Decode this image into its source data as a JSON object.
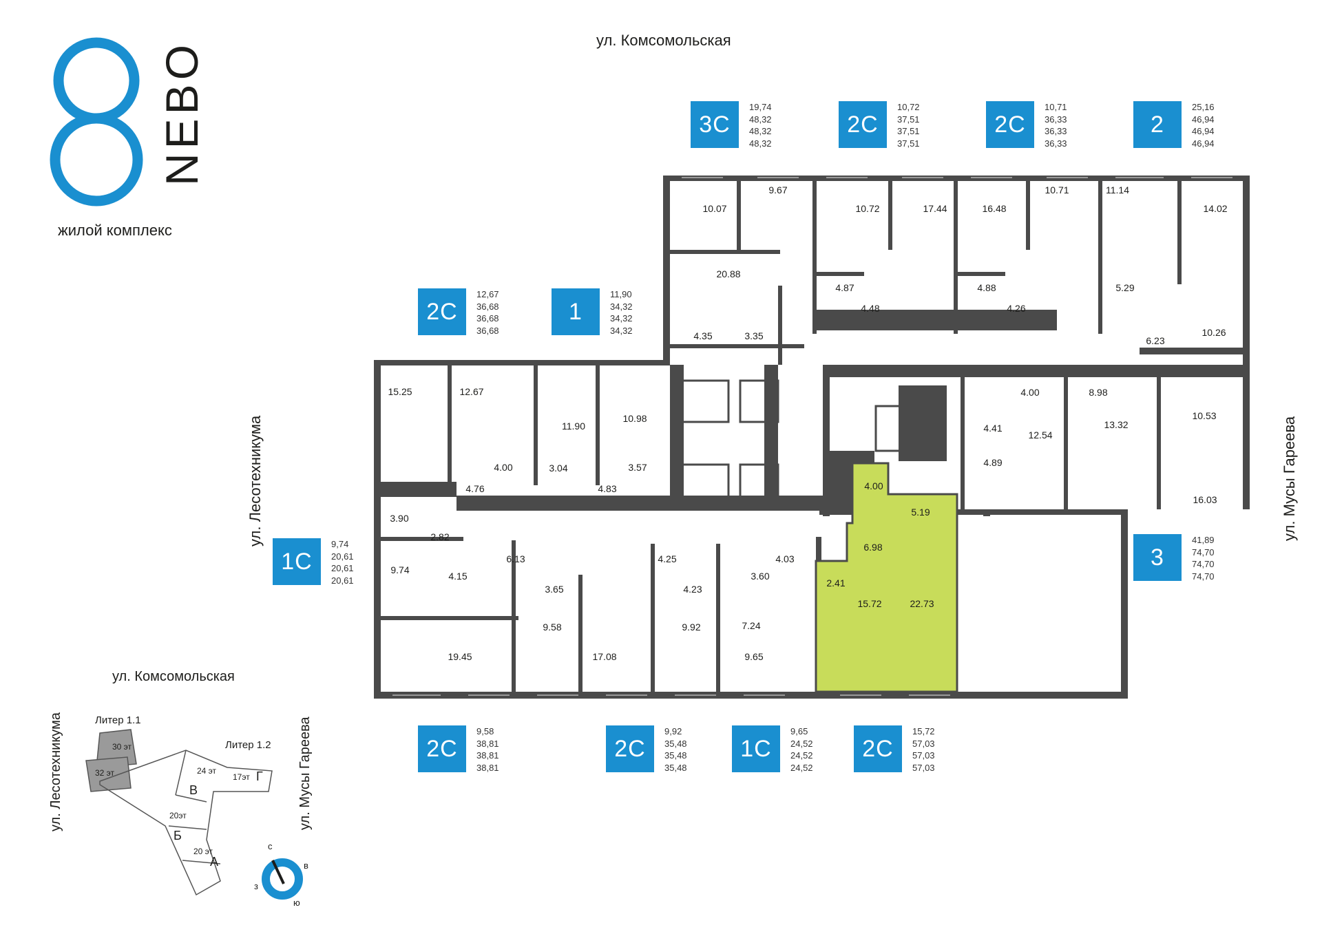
{
  "logo": {
    "digit": "8",
    "name": "NEBO",
    "subtitle": "жилой комплекс",
    "color": "#1a8fd0"
  },
  "streets": {
    "top": "ул. Комсомольская",
    "left": "ул. Лесотехникума",
    "right": "ул. Мусы Гареева"
  },
  "colors": {
    "badge": "#1a8fd0",
    "wall": "#4a4a4a",
    "highlight": "#c8dc5a"
  },
  "apartments_top": [
    {
      "type": "3С",
      "areas": [
        "19,74",
        "48,32",
        "48,32",
        "48,32"
      ]
    },
    {
      "type": "2С",
      "areas": [
        "10,72",
        "37,51",
        "37,51",
        "37,51"
      ]
    },
    {
      "type": "2С",
      "areas": [
        "10,71",
        "36,33",
        "36,33",
        "36,33"
      ]
    },
    {
      "type": "2",
      "areas": [
        "25,16",
        "46,94",
        "46,94",
        "46,94"
      ]
    }
  ],
  "apartments_middle": [
    {
      "type": "2С",
      "areas": [
        "12,67",
        "36,68",
        "36,68",
        "36,68"
      ]
    },
    {
      "type": "1",
      "areas": [
        "11,90",
        "34,32",
        "34,32",
        "34,32"
      ]
    }
  ],
  "apartment_left": {
    "type": "1С",
    "areas": [
      "9,74",
      "20,61",
      "20,61",
      "20,61"
    ]
  },
  "apartment_right": {
    "type": "3",
    "areas": [
      "41,89",
      "74,70",
      "74,70",
      "74,70"
    ]
  },
  "apartments_bottom": [
    {
      "type": "2С",
      "areas": [
        "9,58",
        "38,81",
        "38,81",
        "38,81"
      ]
    },
    {
      "type": "2С",
      "areas": [
        "9,92",
        "35,48",
        "35,48",
        "35,48"
      ]
    },
    {
      "type": "1С",
      "areas": [
        "9,65",
        "24,52",
        "24,52",
        "24,52"
      ]
    },
    {
      "type": "2С",
      "areas": [
        "15,72",
        "57,03",
        "57,03",
        "57,03"
      ]
    }
  ],
  "rooms": [
    "10.07",
    "9.67",
    "10.72",
    "17.44",
    "16.48",
    "10.71",
    "11.14",
    "14.02",
    "20.88",
    "4.87",
    "4.48",
    "4.88",
    "5.29",
    "4.26",
    "4.35",
    "3.35",
    "6.23",
    "10.26",
    "15.25",
    "12.67",
    "11.90",
    "10.98",
    "4.00",
    "3.04",
    "3.57",
    "4.76",
    "4.83",
    "4.00",
    "8.98",
    "10.53",
    "4.41",
    "12.54",
    "13.32",
    "4.89",
    "16.03",
    "4.00",
    "5.19",
    "3.90",
    "2.82",
    "6.13",
    "9.74",
    "4.15",
    "3.65",
    "4.25",
    "4.23",
    "4.03",
    "3.60",
    "6.98",
    "2.41",
    "15.72",
    "22.73",
    "9.58",
    "19.45",
    "17.08",
    "9.92",
    "7.24",
    "9.65"
  ],
  "key_plan": {
    "street_top": "ул. Комсомольская",
    "street_left": "ул. Лесотехникума",
    "street_right": "ул. Мусы Гареева",
    "liter_1_1": "Литер 1.1",
    "liter_1_2": "Литер 1.2",
    "floors": [
      "30 эт",
      "32 эт",
      "24 эт",
      "17эт",
      "20эт",
      "20 эт"
    ],
    "sections": [
      "Г",
      "В",
      "Б",
      "А"
    ],
    "compass": {
      "n": "с",
      "e": "в",
      "s": "ю",
      "w": "з"
    }
  }
}
